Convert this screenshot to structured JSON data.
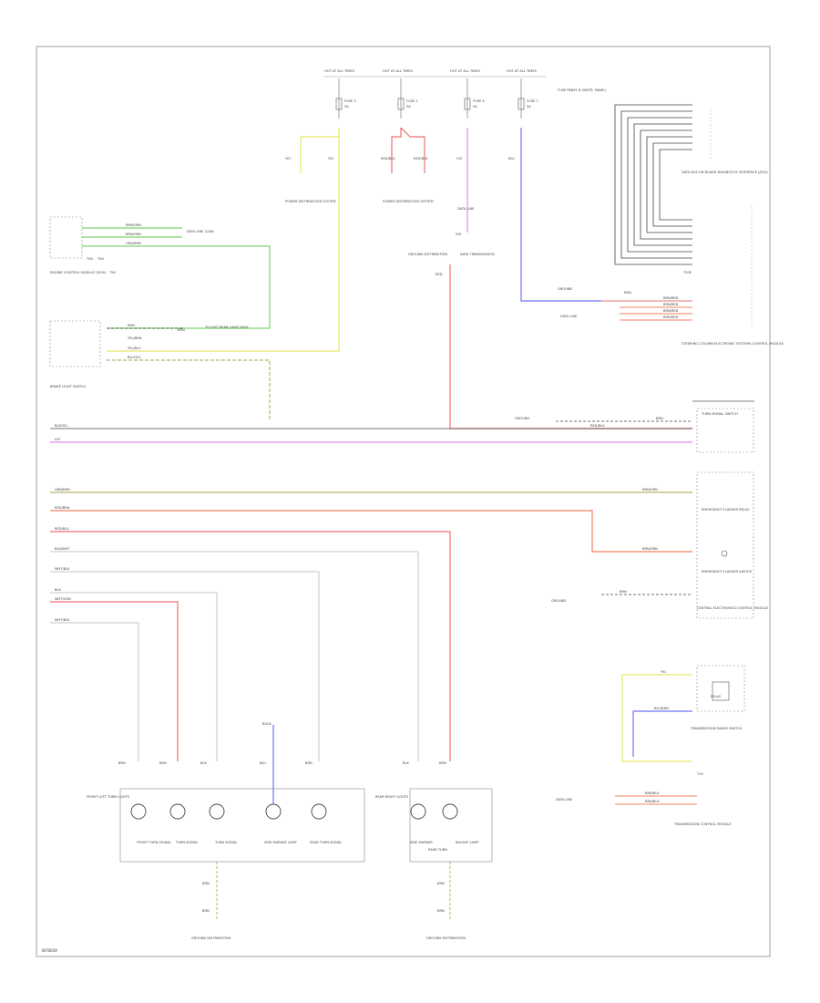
{
  "figure_code": "W7005A",
  "colors": {
    "yellow": "#e8e86a",
    "green": "#7ad36a",
    "red": "#ef6f72",
    "violet": "#e58af0",
    "blue": "#6f74f2",
    "olive": "#b9b36a",
    "salmon": "#f08060",
    "gray": "#c4c4c4",
    "black": "#444444"
  },
  "fuses": {
    "labels": [
      "HOT AT ALL TIMES",
      "HOT AT ALL TIMES",
      "HOT AT ALL TIMES",
      "HOT AT ALL TIMES"
    ],
    "fuse_names": [
      "FUSE 3",
      "FUSE 2",
      "FUSE 6",
      "FUSE 7"
    ],
    "fuse_amps": [
      "5A",
      "5A",
      "5A",
      "5A"
    ],
    "box_label": "FUSE PANEL B (INSTR. PANEL)"
  },
  "wires": {
    "w1": "YEL",
    "w2": "YEL",
    "w3": "RED/BLK",
    "w4": "RED/BLK",
    "w5": "VIO",
    "w6": "BLU",
    "w7": "VIO"
  },
  "power": {
    "left": "POWER DISTRIBUTION SYSTEM",
    "mid": "POWER DISTRIBUTION SYSTEM",
    "right_a": "DATA LINE",
    "right_b": "DATA TRANSMISSION"
  },
  "mid_labels": {
    "ground": "GROUND DISTRIBUTION",
    "data": "DATA TRANSMISSION",
    "red_note": "RED"
  },
  "ecm": {
    "title": "ENGINE CONTROL MODULE (ECM)",
    "pins": [
      "T94",
      "T94",
      "T94"
    ],
    "connector": "T94",
    "wire_labels": [
      "BRN/GRN",
      "BRN/GRN",
      "GRN/BRN"
    ],
    "dest": "DATA LINE (CAN)"
  },
  "brake": {
    "title": "BRAKE LIGHT SWITCH",
    "wire_labels": [
      "BRN",
      "YEL/BRN",
      "YEL/BLU",
      "BLU/YEL"
    ],
    "ground_label": "BRN",
    "dest": "TO LEFT REAR LIGHT ASSY"
  },
  "gateway": {
    "title": "DATA BUS ON BOARD DIAGNOSTIC INTERFACE (J533)",
    "pins": [
      "BRN",
      "BRN/RED",
      "BRN/RED",
      "BRN/RED",
      "BRN/RED"
    ],
    "ground": "GROUND",
    "ground2": "DATA LINE",
    "connector": "T20E",
    "module": "STEERING COLUMN ELECTRONIC SYSTEMS CONTROL MODULE"
  },
  "turn_switch": {
    "title": "TURN SIGNAL SWITCH",
    "ground": "GROUND",
    "wire_a": "BRN",
    "wire_b": "RED/BLK"
  },
  "left_bus": {
    "labels": [
      "BLK/YEL",
      "VIO",
      "GRN/BRN",
      "RED/BRN",
      "RED/BLK",
      "BLK/WHT",
      "WHT/BLK",
      "BLK",
      "WHT/GRN",
      "WHT/BLK"
    ]
  },
  "hazard": {
    "switch": "EMERGENCY FLASHER SWITCH",
    "relay": "EMERGENCY FLASHER RELAY",
    "wire": "BRN/GRN",
    "ground_wire": "BRN",
    "ground": "GROUND",
    "module": "CENTRAL ELECTRONICS CONTROL MODULE"
  },
  "trans": {
    "relay": "RELAY",
    "title": "TRANSMISSION RANGE SWITCH",
    "wire_a": "YEL",
    "wire_b": "BLU/BRN",
    "bottom": "T10",
    "dest": "DATA LINE",
    "pins": [
      "BRN/BLK",
      "BRN/BLK"
    ],
    "module": "TRANSMISSION CONTROL MODULE"
  },
  "lamps": {
    "front_group": "FRONT LEFT TURN LIGHTS",
    "right_group": "REAR RIGHT LIGHTS",
    "top_labels": [
      "BRN",
      "BRN",
      "BLK",
      "BLU",
      "BRN",
      "BLK",
      "BRN"
    ],
    "names": [
      "FRONT TURN SIGNAL",
      "TURN SIGNAL",
      "TURN SIGNAL",
      "SIDE MARKER LAMP",
      "REAR TURN SIGNAL",
      "SIDE MARKER",
      "REAR TURN",
      "BACKUP LAMP"
    ],
    "bulb_ref": "BULB",
    "gnd_wires": [
      "BRN",
      "BRN",
      "BRN",
      "BRN"
    ],
    "gnd_left": "GROUND DISTRIBUTION",
    "gnd_right": "GROUND DISTRIBUTION"
  }
}
